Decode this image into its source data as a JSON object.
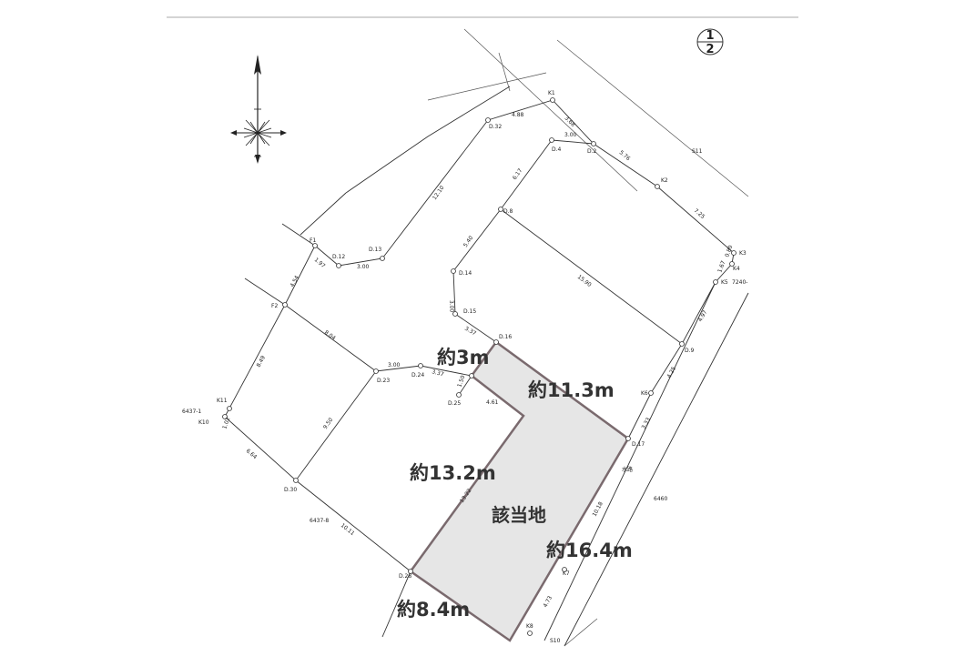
{
  "sheet": {
    "top": "1",
    "bottom": "2"
  },
  "point_labels": [
    "K1",
    "D.32",
    "D.2",
    "D.4",
    "K2",
    "D.8",
    "K3",
    "K4",
    "K5",
    "7240-",
    "D.9",
    "F1",
    "D.12",
    "D.13",
    "D.14",
    "D.15",
    "D.16",
    "F2",
    "D.23",
    "D.24",
    "D.25",
    "K6",
    "D.17",
    "K11",
    "6437-1",
    "K10",
    "D.30",
    "6437-8",
    "D.28",
    "K7",
    "K8",
    "S10",
    "S11",
    "水路",
    "6460"
  ],
  "dimensions": [
    "4.88",
    "3.68",
    "3.00",
    "5.76",
    "6.17",
    "7.25",
    "0.80",
    "1.67",
    "5.40",
    "15.90",
    "4.97",
    "12.10",
    "1.97",
    "3.00",
    "4.54",
    "3.00",
    "3.37",
    "8.04",
    "3.00",
    "3.37",
    "4.25",
    "1.50",
    "4.61",
    "3.33",
    "8.49",
    "1.02",
    "9.50",
    "6.64",
    "13.22",
    "10.18",
    "10.11",
    "4.73"
  ],
  "annotations": {
    "w3": "約3m",
    "w113": "約11.3m",
    "w132": "約13.2m",
    "subject": "該当地",
    "w164": "約16.4m",
    "w84": "約8.4m"
  },
  "colors": {
    "subject_fill": "#e6e6e6",
    "subject_border": "#7a6a6e",
    "line": "#333333"
  },
  "icons": {
    "compass": "north-arrow-compass-icon"
  }
}
